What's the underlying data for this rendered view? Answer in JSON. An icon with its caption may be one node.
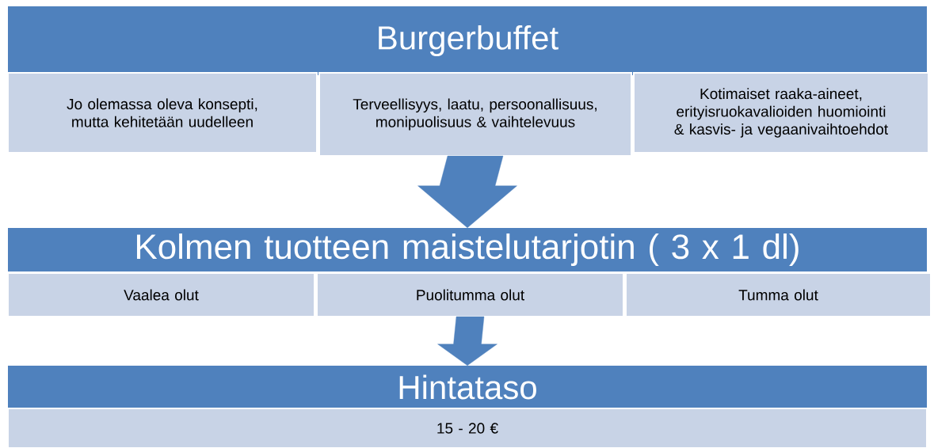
{
  "diagram": {
    "nodes": [
      {
        "text": [
          "Burgerbuffet"
        ]
      },
      {
        "text": [
          "Jo olemassa oleva konsepti, mutta kehitetään uudelleen"
        ]
      },
      {
        "text": [
          "Terveellisyys, laatu, persoonallisuus, monipuolisuus & vaihtelevuus"
        ]
      },
      {
        "text": [
          "Kotimaiset raaka-aineet, erityisruokavalioiden huomiointi & kasvis- ja vegaanivaihtoehdot"
        ]
      },
      {
        "text": [
          "Kolmen tuotteen maistelutarjotin ( 3 x 1 dl)"
        ]
      },
      {
        "text": [
          "Vaalea olut"
        ]
      },
      {
        "text": [
          "Puolitumma olut"
        ]
      },
      {
        "text": [
          "Tumma olut"
        ]
      },
      {
        "text": [
          "Hintataso"
        ]
      },
      {
        "text": [
          "15 - 20 €"
        ]
      }
    ],
    "edges": [
      {
        "from": 2,
        "to": 4,
        "arrow": "to"
      },
      {
        "from": 6,
        "to": 8,
        "arrow": "to"
      }
    ]
  }
}
